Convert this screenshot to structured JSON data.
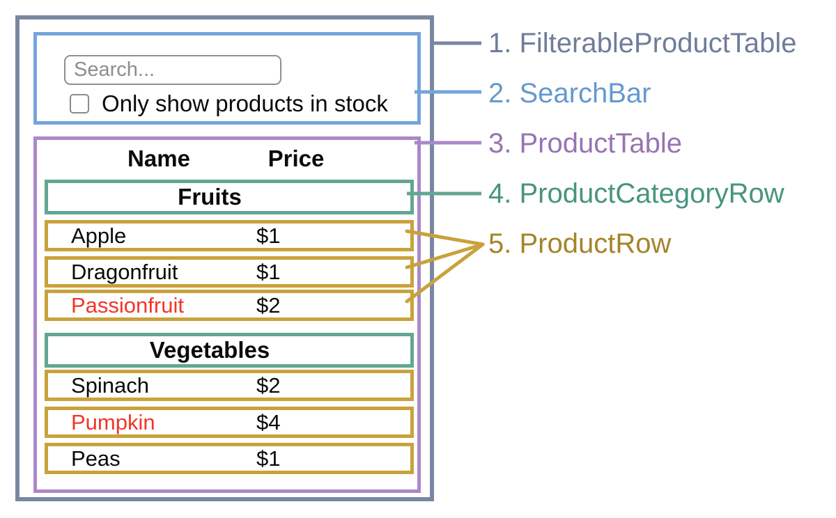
{
  "search": {
    "placeholder": "Search...",
    "checkbox_label": "Only show products in stock",
    "checkbox_checked": false
  },
  "table": {
    "headers": [
      "Name",
      "Price"
    ],
    "sections": [
      {
        "category": "Fruits",
        "rows": [
          {
            "name": "Apple",
            "price": "$1",
            "out_of_stock": false
          },
          {
            "name": "Dragonfruit",
            "price": "$1",
            "out_of_stock": false
          },
          {
            "name": "Passionfruit",
            "price": "$2",
            "out_of_stock": true
          }
        ]
      },
      {
        "category": "Vegetables",
        "rows": [
          {
            "name": "Spinach",
            "price": "$2",
            "out_of_stock": false
          },
          {
            "name": "Pumpkin",
            "price": "$4",
            "out_of_stock": true
          },
          {
            "name": "Peas",
            "price": "$1",
            "out_of_stock": false
          }
        ]
      }
    ]
  },
  "legend": [
    {
      "label": "1. FilterableProductTable",
      "color": "#6f7d9a"
    },
    {
      "label": "2. SearchBar",
      "color": "#6499cf"
    },
    {
      "label": "3. ProductTable",
      "color": "#9873b2"
    },
    {
      "label": "4. ProductCategoryRow",
      "color": "#48947f"
    },
    {
      "label": "5. ProductRow",
      "color": "#a5842a"
    }
  ],
  "colors": {
    "outer_border": "#7a87a2",
    "searchbar_border": "#75a4db",
    "product_table_border": "#aa88c9",
    "category_border": "#62a693",
    "product_row_border": "#c8a23b",
    "out_of_stock_text": "#f23528",
    "input_border": "#8f8f8f",
    "placeholder_text": "#8c8c8c"
  }
}
